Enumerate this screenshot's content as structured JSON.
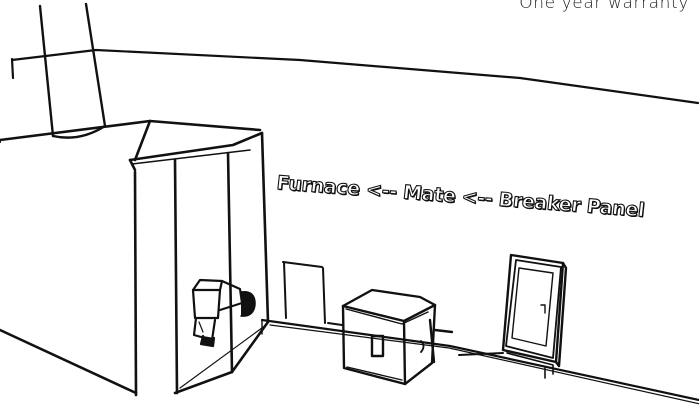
{
  "header": {
    "warranty_text": "One year warranty"
  },
  "diagram": {
    "caption": "Furnace <-- Mate <-- Breaker Panel",
    "stroke_color": "#111111",
    "background_color": "#ffffff",
    "components": [
      {
        "id": "furnace",
        "label": "Furnace"
      },
      {
        "id": "mate",
        "label": "Mate"
      },
      {
        "id": "breaker-panel",
        "label": "Breaker Panel"
      }
    ]
  }
}
